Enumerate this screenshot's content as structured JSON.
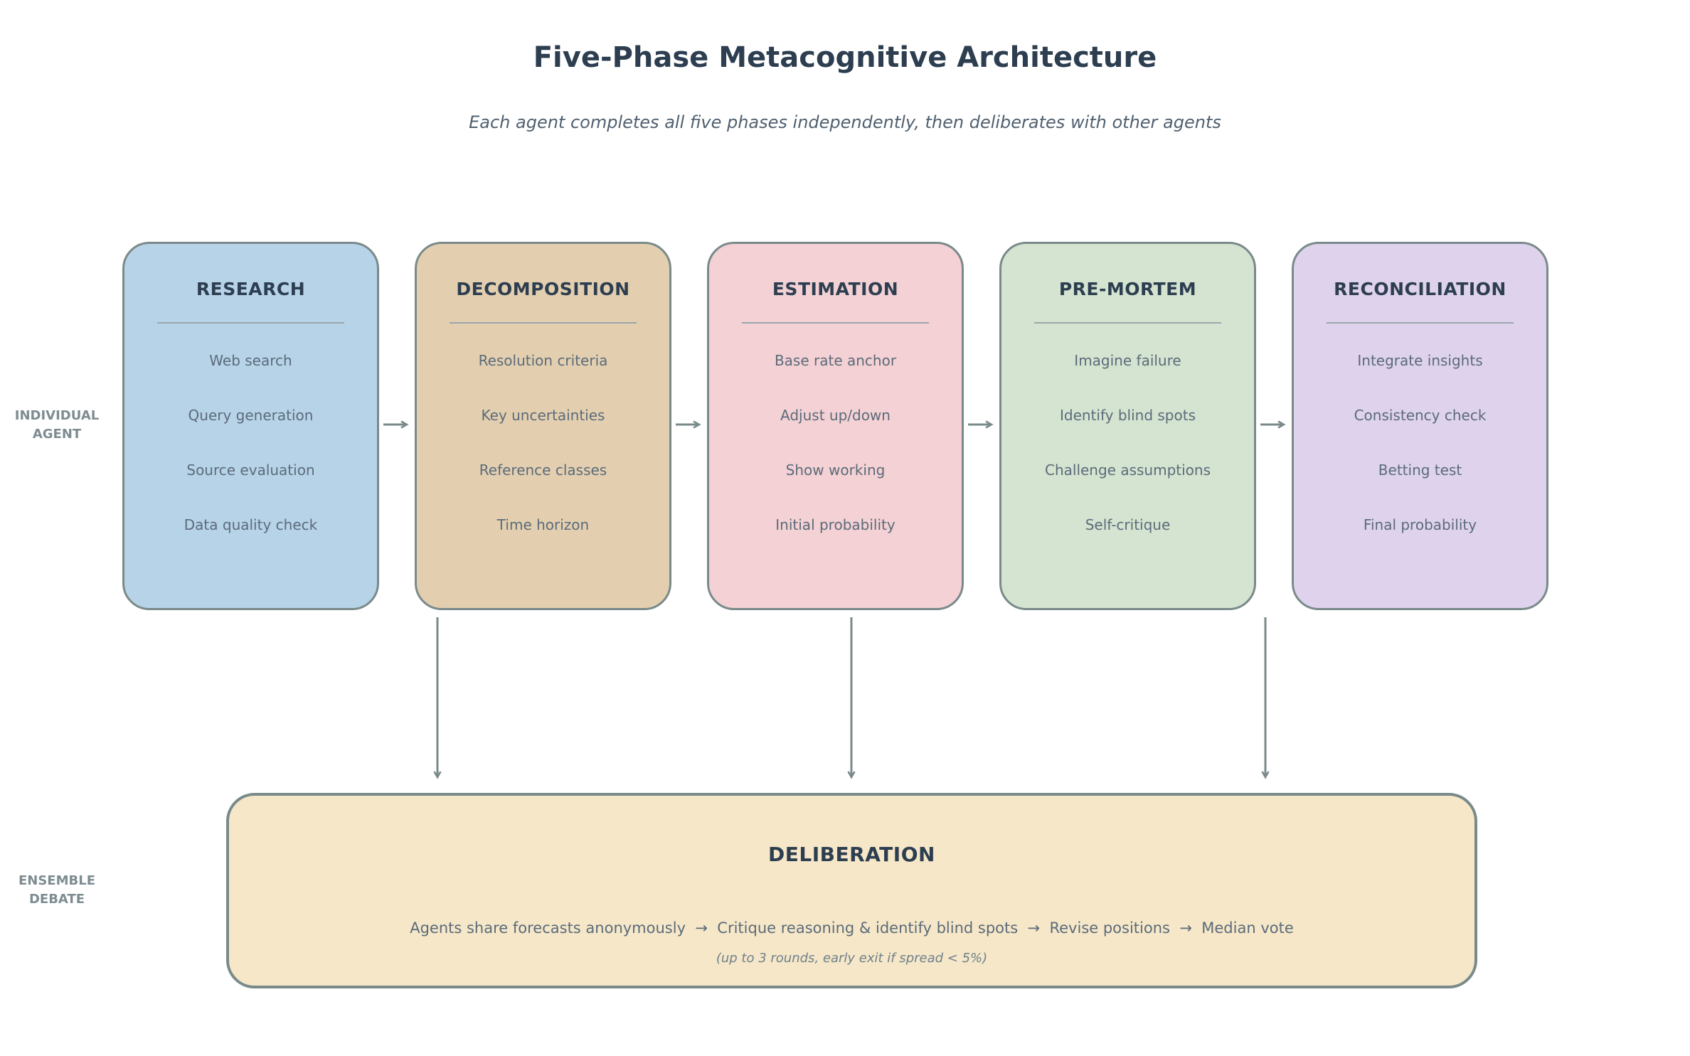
{
  "title": "Five-Phase Metacognitive Architecture",
  "subtitle": "Each agent completes all five phases independently, then deliberates with other agents",
  "side_labels": {
    "individual_agent": [
      "INDIVIDUAL",
      "AGENT"
    ],
    "ensemble_debate": [
      "ENSEMBLE",
      "DEBATE"
    ]
  },
  "phases": [
    {
      "title": "RESEARCH",
      "color": "#b7d3e8",
      "items": [
        "Web search",
        "Query generation",
        "Source evaluation",
        "Data quality check"
      ]
    },
    {
      "title": "DECOMPOSITION",
      "color": "#e3cfb0",
      "items": [
        "Resolution criteria",
        "Key uncertainties",
        "Reference classes",
        "Time horizon"
      ]
    },
    {
      "title": "ESTIMATION",
      "color": "#f3d1d4",
      "items": [
        "Base rate anchor",
        "Adjust up/down",
        "Show working",
        "Initial probability"
      ]
    },
    {
      "title": "PRE-MORTEM",
      "color": "#d4e4d0",
      "items": [
        "Imagine failure",
        "Identify blind spots",
        "Challenge assumptions",
        "Self-critique"
      ]
    },
    {
      "title": "RECONCILIATION",
      "color": "#ded2ec",
      "items": [
        "Integrate insights",
        "Consistency check",
        "Betting test",
        "Final probability"
      ]
    }
  ],
  "deliberation": {
    "title": "DELIBERATION",
    "color": "#f5e7c8",
    "flow": "Agents share forecasts anonymously  →  Critique reasoning & identify blind spots  →  Revise positions  →  Median vote",
    "note": "(up to 3 rounds, early exit if spread < 5%)"
  },
  "colors": {
    "border": "#7a8a8a",
    "arrow": "#7a8a8a",
    "heading": "#2d3e50",
    "item_text": "#5c6b7a",
    "divider": "#9aa6ad"
  }
}
